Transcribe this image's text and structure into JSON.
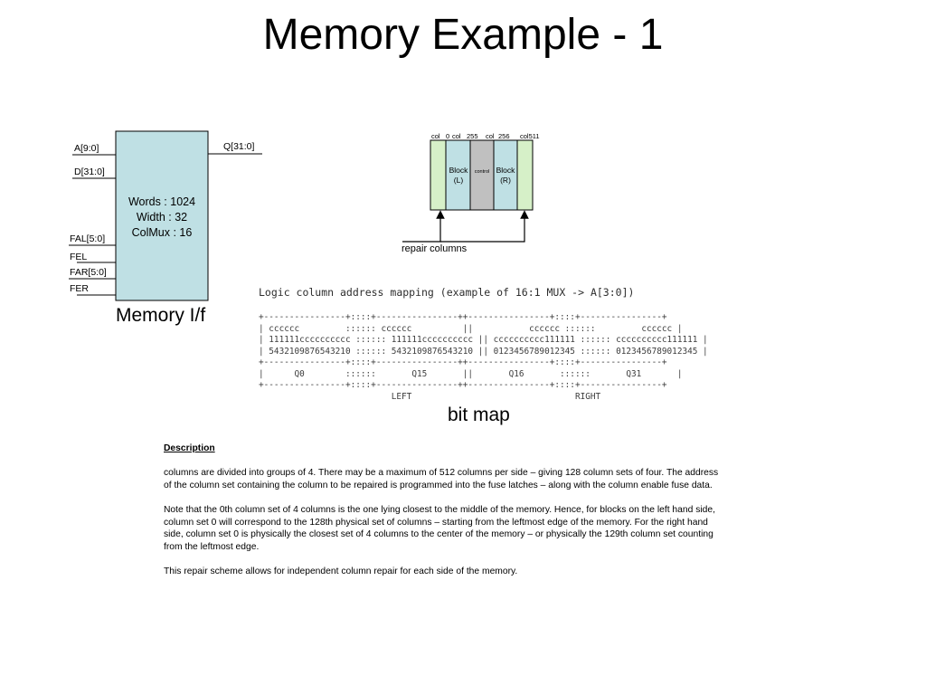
{
  "title": "Memory Example - 1",
  "memory_interface": {
    "inputs": [
      "A[9:0]",
      "D[31:0]",
      "FAL[5:0]",
      "FEL",
      "FAR[5:0]",
      "FER"
    ],
    "output": "Q[31:0]",
    "block_lines": [
      "Words : 1024",
      "Width : 32",
      "ColMux : 16"
    ],
    "caption": "Memory I/f",
    "block_fill": "#bfe0e4"
  },
  "column_diagram": {
    "column_labels": [
      "col",
      "0",
      "col",
      "255",
      "col",
      "256",
      "col511"
    ],
    "block_left": [
      "Block",
      "(L)"
    ],
    "control_label": "control",
    "block_right": [
      "Block",
      "(R)"
    ],
    "repair_label": "repair columns",
    "colors": {
      "repair_col": "#d6f0c8",
      "block": "#bfe0e4",
      "control": "#c0c0c0"
    }
  },
  "bitmap": {
    "header": "Logic column address mapping (example of 16:1 MUX -> A[3:0])",
    "lines": [
      "+----------------+::::+----------------++----------------+::::+----------------+",
      "| cccccc         :::::: cccccc          ||           cccccc ::::::         cccccc |",
      "| 111111cccccccccc :::::: 111111cccccccccc || cccccccccc111111 :::::: cccccccccc111111 |",
      "| 5432109876543210 :::::: 5432109876543210 || 0123456789012345 :::::: 0123456789012345 |",
      "+----------------+::::+----------------++----------------+::::+----------------+",
      "|      Q0        ::::::       Q15       ||       Q16       ::::::       Q31       |",
      "+----------------+::::+----------------++----------------+::::+----------------+",
      "                          LEFT                                RIGHT"
    ],
    "caption": "bit map"
  },
  "description": {
    "heading": "Description",
    "paragraphs": [
      "columns are divided into groups of 4. There may be a maximum of 512 columns per side – giving 128 column sets of four. The address of the column set containing the column to be repaired is programmed into the fuse latches – along with the column enable fuse data.",
      "Note that the 0th column set of 4 columns is the one lying closest to the middle of the memory. Hence, for blocks on the left hand side, column set 0 will correspond to the 128th physical set of columns – starting from the leftmost edge of the memory. For the right hand side, column set 0 is physically the closest set of 4 columns to the center of the memory – or physically the 129th column set counting from the leftmost edge.",
      "This repair scheme allows for independent column repair for each side of the memory."
    ]
  }
}
